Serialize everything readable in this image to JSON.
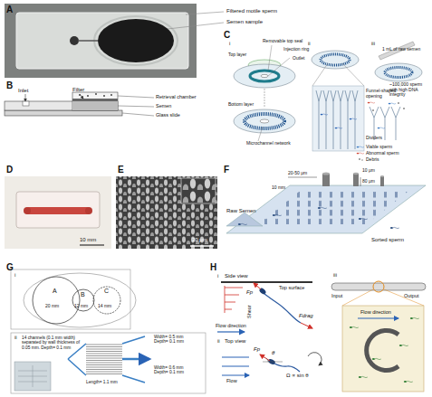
{
  "diagram": {
    "labels": [
      "A",
      "Filtered motile sperm",
      "Semen sample",
      "B",
      "Inlet",
      "Filter",
      "Retrieval chamber",
      "Semen",
      "Glass slide",
      "C",
      "i",
      "Removable top seal",
      "Injection ring",
      "Top layer",
      "Outlet",
      "Bottom layer",
      "Microchannel network",
      "ii",
      "Funnel-shaped opening",
      "Dividers",
      "iii",
      "1 mL of raw semen",
      "~100,000 sperm with high DNA integrity",
      "Viable sperm",
      "Abnormal sperm",
      "Debris",
      "D",
      "10 mm",
      "E",
      "20 μm",
      "F",
      "20-50 μm",
      "10 μm",
      "80 μm",
      "10 mm",
      "Raw Semen",
      "Sorted sperm",
      "G",
      "i",
      "A",
      "B",
      "C",
      "20 mm",
      "12 mm",
      "14 mm",
      "ii",
      "14 channels (0.1 mm width) separated by wall thickness of 0.05 mm. Depth= 0.1 mm",
      "Width= 0.5 mm Depth= 0.1 mm",
      "Length= 1.1 mm",
      "Width= 0.6 mm Depth= 0.1 mm",
      "H",
      "i",
      "Side view",
      "Top surface",
      "Fp",
      "Shear",
      "Fdrag",
      "Flow direction",
      "ii",
      "Top view",
      "Fp",
      "Flow",
      "θ",
      "Ω ∝ sin θ",
      "iii",
      "Input",
      "Output",
      "Flow direction"
    ]
  }
}
